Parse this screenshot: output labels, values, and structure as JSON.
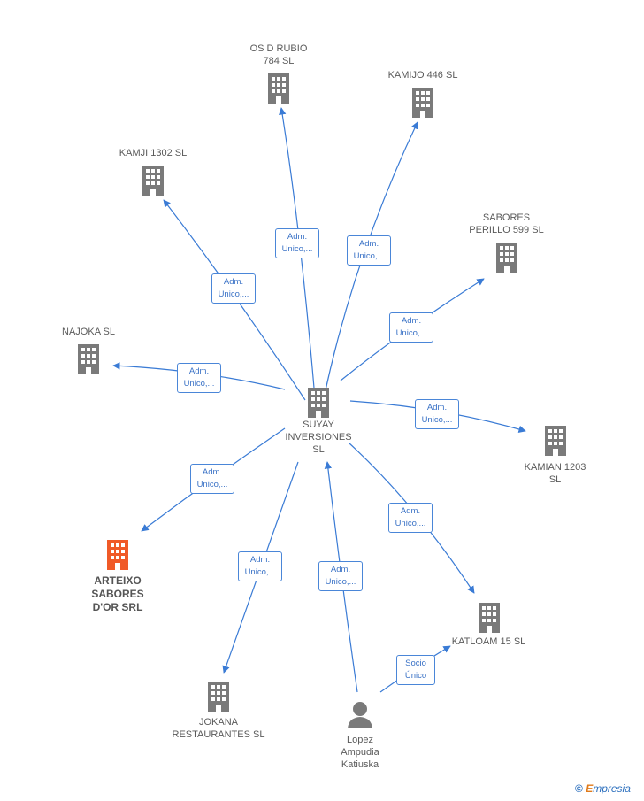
{
  "nodes": {
    "center": "SUYAY\nINVERSIONES\nSL",
    "os_d_rubio": "OS D RUBIO\n784  SL",
    "kamijo": "KAMIJO 446  SL",
    "kamji": "KAMJI 1302  SL",
    "sabores_perillo": "SABORES\nPERILLO 599  SL",
    "najoka": "NAJOKA SL",
    "kamian": "KAMIAN 1203\nSL",
    "arteixo": "ARTEIXO\nSABORES\nD'OR SRL",
    "katloam": "KATLOAM 15  SL",
    "jokana": "JOKANA\nRESTAURANTES SL",
    "lopez": "Lopez\nAmpudia\nKatiuska"
  },
  "edges": {
    "adm": "Adm.\nUnico,...",
    "socio": "Socio\nÚnico"
  },
  "footer": {
    "copyright": "©",
    "brand_e": "E",
    "brand_rest": "mpresia"
  },
  "colors": {
    "edge": "#3a7bd5",
    "building": "#7a7a7a",
    "highlight": "#f05a28",
    "person": "#7a7a7a"
  }
}
